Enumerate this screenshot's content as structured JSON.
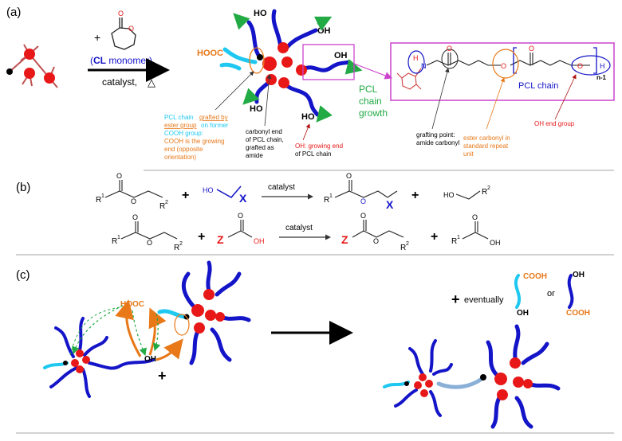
{
  "panel_a": {
    "label": "(a)",
    "plus": "+",
    "reagent_label": "CL monomer",
    "reagent_paren_open": "(",
    "reagent_paren_close": ")",
    "reagent_letters": "CL",
    "reagent_rest": " monomer)",
    "catalyst": "catalyst,",
    "heat": "△",
    "o_atom": "O",
    "hooc": "HOOC",
    "oh": "OH",
    "ho": "HO",
    "pcl_growth": [
      "PCL",
      "chain",
      "growth"
    ],
    "annot_grafted": [
      "PCL chain",
      "grafted by",
      "ester group",
      "on former",
      "COOH group:",
      "COOH is the growing",
      "end (opposite",
      "orientation)"
    ],
    "annot_carbonyl": [
      "carbonyl end",
      "of PCL chain,",
      "grafted as",
      "amide"
    ],
    "annot_oh": [
      "OH: growing end",
      "of PCL chain"
    ],
    "inset": {
      "h": "H",
      "n": "N",
      "o": "O",
      "n_minus_1": "n-1",
      "pcl_chain": "PCL chain",
      "grafting": [
        "grafting point:",
        "amide carbonyl"
      ],
      "ester": [
        "ester carbonyl in",
        "standard repeat",
        "unit"
      ],
      "oh_end": "OH end group"
    }
  },
  "panel_b": {
    "label": "(b)",
    "r1": "R",
    "sup1": "1",
    "r2": "R",
    "sup2": "2",
    "o": "O",
    "ho": "HO",
    "x": "X",
    "z": "Z",
    "oh": "OH",
    "plus": "+",
    "catalyst": "catalyst"
  },
  "panel_c": {
    "label": "(c)",
    "hooc": "HOOC",
    "oh": "OH",
    "plus": "+",
    "eventually": "eventually",
    "or": "or",
    "cooh": "COOH"
  },
  "colors": {
    "dark_blue": "#1414c8",
    "light_blue": "#1ec8f0",
    "pale_blue": "#8ab0d8",
    "red": "#e81818",
    "orange": "#e87818",
    "green": "#22aa44",
    "magenta": "#cc44cc"
  }
}
